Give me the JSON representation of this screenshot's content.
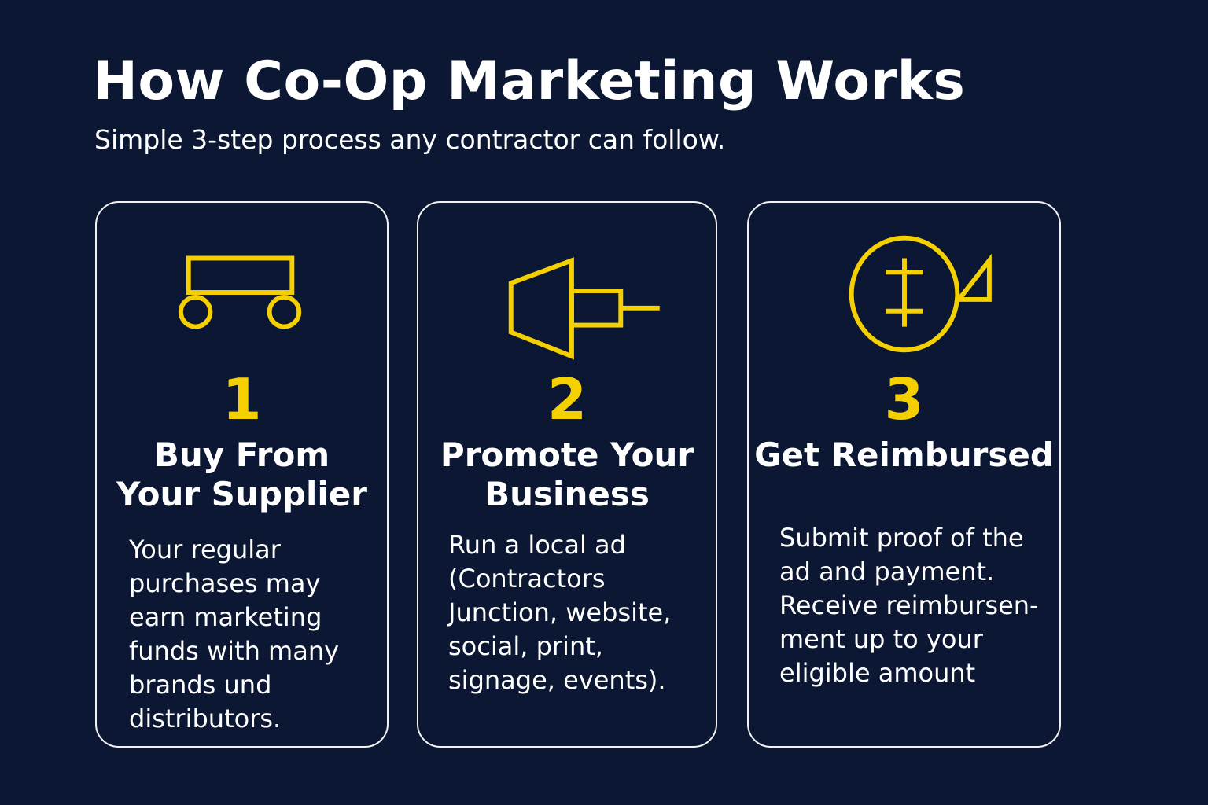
{
  "title": "How Co-Op Marketing Works",
  "subtitle": "Simple 3-step process any contractor can follow.",
  "colors": {
    "background": "#0b1733",
    "accent": "#f5d000",
    "border": "#f2f2f2"
  },
  "steps": [
    {
      "number": "1",
      "heading_lines": [
        "Buy From",
        "Your Supplier"
      ],
      "body_lines": [
        "Your regular",
        "purchases may",
        "earn marketing",
        "funds with many",
        "brands und",
        "distributors."
      ],
      "icon": "cart-icon"
    },
    {
      "number": "2",
      "heading_lines": [
        "Promote Your",
        "Business"
      ],
      "body_lines": [
        "Run a local ad",
        "(Contractors",
        "Junction, website,",
        "social, print,",
        "signage, events)."
      ],
      "icon": "megaphone-icon"
    },
    {
      "number": "3",
      "heading_lines": [
        "Get Reimbursed"
      ],
      "body_lines": [
        "Submit proof of the",
        "ad and payment.",
        "Receive reimbursen-",
        "ment up to your",
        "eligible amount"
      ],
      "icon": "money-icon"
    }
  ]
}
